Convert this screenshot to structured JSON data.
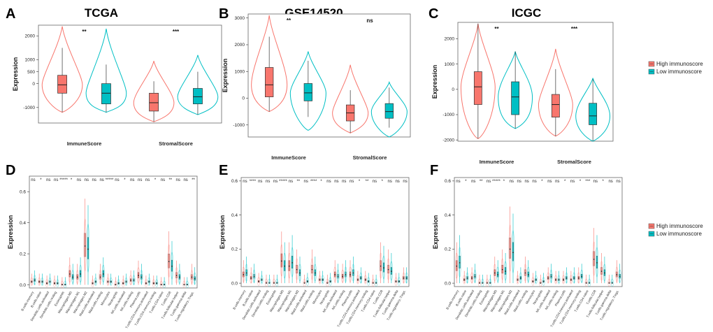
{
  "colors": {
    "high": "#F8766D",
    "low": "#00BFC4",
    "frame": "#666666"
  },
  "legend": {
    "top": [
      {
        "label": "High immunoscore",
        "color": "#F8766D"
      },
      {
        "label": "Low immunoscore",
        "color": "#00BFC4"
      }
    ],
    "bottom": [
      {
        "label": "High immunoscore",
        "color": "#F8766D"
      },
      {
        "label": "Low immunoscore",
        "color": "#00BFC4"
      }
    ]
  },
  "chart_data": [
    {
      "panel": "A",
      "title": "TCGA",
      "type": "violin-box",
      "ylabel": "Expression",
      "ylim": [
        -1650,
        2450
      ],
      "yticks": [
        -1000,
        0,
        500,
        1000,
        2000
      ],
      "categories": [
        "ImmuneScore",
        "StromalScore"
      ],
      "significance": [
        "**",
        "***"
      ],
      "series": [
        {
          "name": "High immunoscore",
          "groups": [
            {
              "min": -1200,
              "q1": -400,
              "median": -50,
              "q3": 350,
              "max": 1500,
              "vmin": -1200,
              "vmax": 2400
            },
            {
              "min": -1600,
              "q1": -1150,
              "median": -800,
              "q3": -400,
              "max": 100,
              "vmin": -1600,
              "vmax": 950
            }
          ]
        },
        {
          "name": "Low immunoscore",
          "groups": [
            {
              "min": -1200,
              "q1": -850,
              "median": -400,
              "q3": 0,
              "max": 800,
              "vmin": -1200,
              "vmax": 2300
            },
            {
              "min": -1300,
              "q1": -850,
              "median": -550,
              "q3": -200,
              "max": 500,
              "vmin": -1300,
              "vmax": 1200
            }
          ]
        }
      ]
    },
    {
      "panel": "B",
      "title": "GSE14520",
      "type": "violin-box",
      "ylabel": "Expression",
      "ylim": [
        -1450,
        3150
      ],
      "yticks": [
        -1000,
        0,
        1000,
        2000,
        3000
      ],
      "categories": [
        "ImmuneScore",
        "StromalScore"
      ],
      "significance": [
        "**",
        "ns"
      ],
      "series": [
        {
          "name": "High immunoscore",
          "groups": [
            {
              "min": -500,
              "q1": 50,
              "median": 500,
              "q3": 1150,
              "max": 2300,
              "vmin": -500,
              "vmax": 3100
            },
            {
              "min": -1300,
              "q1": -850,
              "median": -550,
              "q3": -250,
              "max": 300,
              "vmin": -1300,
              "vmax": 1250
            }
          ]
        },
        {
          "name": "Low immunoscore",
          "groups": [
            {
              "min": -700,
              "q1": -100,
              "median": 200,
              "q3": 550,
              "max": 1400,
              "vmin": -1200,
              "vmax": 1750
            },
            {
              "min": -1100,
              "q1": -750,
              "median": -500,
              "q3": -200,
              "max": 400,
              "vmin": -1450,
              "vmax": 600
            }
          ]
        }
      ]
    },
    {
      "panel": "C",
      "title": "ICGC",
      "type": "violin-box",
      "ylabel": "Expression",
      "ylim": [
        -2050,
        2650
      ],
      "yticks": [
        -2000,
        -1000,
        0,
        1000,
        2000
      ],
      "categories": [
        "ImmuneScore",
        "StromalScore"
      ],
      "significance": [
        "**",
        "***"
      ],
      "series": [
        {
          "name": "High immunoscore",
          "groups": [
            {
              "min": -1950,
              "q1": -600,
              "median": 100,
              "q3": 700,
              "max": 2600,
              "vmin": -1950,
              "vmax": 2600
            },
            {
              "min": -1850,
              "q1": -1100,
              "median": -600,
              "q3": -200,
              "max": 800,
              "vmin": -1850,
              "vmax": 1600
            }
          ]
        },
        {
          "name": "Low immunoscore",
          "groups": [
            {
              "min": -1550,
              "q1": -1000,
              "median": -300,
              "q3": 300,
              "max": 1500,
              "vmin": -1550,
              "vmax": 1500
            },
            {
              "min": -2050,
              "q1": -1400,
              "median": -1050,
              "q3": -550,
              "max": 400,
              "vmin": -2050,
              "vmax": 450
            }
          ]
        }
      ]
    },
    {
      "panel": "D",
      "type": "grouped-box",
      "ylabel": "Expression",
      "ylim": [
        -0.02,
        0.7
      ],
      "yticks": [
        0.0,
        0.2,
        0.4,
        0.6
      ],
      "categories": [
        "B.cells.memory",
        "B.cells.naive",
        "Dendritic.cells.activated",
        "Dendritic.cells.resting",
        "Eosinophils",
        "Macrophages.M0",
        "Macrophages.M1",
        "Macrophages.M2",
        "Mast.cells.activated",
        "Mast.cells.resting",
        "Monocytes",
        "Neutrophils",
        "NK.cells.activated",
        "NK.cells.resting",
        "Plasma.cells",
        "T.cells.CD4.memory.activated",
        "T.cells.CD4.memory.resting",
        "T.cells.CD4.naive",
        "T.cells.CD8",
        "T.cells.follicular.helper",
        "T.cells.gamma.delta",
        "T.cells.regulatory..Tregs."
      ],
      "significance": [
        "ns",
        "*",
        "ns",
        "ns",
        "*****",
        "*",
        "ns",
        "ns",
        "ns",
        "ns",
        "*****",
        "ns",
        "*",
        "ns",
        "ns",
        "ns",
        "*",
        "ns",
        "**",
        "ns",
        "ns",
        "**"
      ],
      "series": [
        {
          "name": "High immunoscore",
          "medians": [
            0.02,
            0.02,
            0.01,
            0.01,
            0.0,
            0.07,
            0.05,
            0.25,
            0.01,
            0.05,
            0.02,
            0.0,
            0.01,
            0.03,
            0.06,
            0.01,
            0.01,
            0.0,
            0.15,
            0.06,
            0.0,
            0.05
          ]
        },
        {
          "name": "Low immunoscore",
          "medians": [
            0.03,
            0.02,
            0.02,
            0.01,
            0.0,
            0.05,
            0.07,
            0.23,
            0.02,
            0.07,
            0.02,
            0.01,
            0.02,
            0.03,
            0.05,
            0.02,
            0.01,
            0.0,
            0.12,
            0.05,
            0.0,
            0.04
          ]
        }
      ]
    },
    {
      "panel": "E",
      "type": "grouped-box",
      "ylabel": "Expression",
      "ylim": [
        -0.02,
        0.62
      ],
      "yticks": [
        0.0,
        0.2,
        0.4,
        0.6
      ],
      "categories": [
        "B.cells.memory",
        "B.cells.naive",
        "Dendritic.cells.activated",
        "Dendritic.cells.resting",
        "Eosinophils",
        "Macrophages.M0",
        "Macrophages.M1",
        "Macrophages.M2",
        "Mast.cells.activated",
        "Mast.cells.resting",
        "Monocytes",
        "Neutrophils",
        "NK.cells.activated",
        "NK.cells.resting",
        "Plasma.cells",
        "T.cells.CD4.memory.activated",
        "T.cells.CD4.memory.resting",
        "T.cells.CD4.naive",
        "T.cells.CD8",
        "T.cells.follicular.helper",
        "T.cells.gamma.delta",
        "T.cells.regulatory..Tregs."
      ],
      "significance": [
        "ns",
        "****",
        "ns",
        "ns",
        "ns",
        "*****",
        "ns",
        "**",
        "ns",
        "****",
        "*",
        "ns",
        "ns",
        "ns",
        "ns",
        "*",
        "**",
        "ns",
        "*",
        "ns",
        "ns",
        "ns"
      ],
      "series": [
        {
          "name": "High immunoscore",
          "medians": [
            0.05,
            0.03,
            0.01,
            0.0,
            0.0,
            0.13,
            0.1,
            0.08,
            0.0,
            0.08,
            0.02,
            0.0,
            0.05,
            0.04,
            0.05,
            0.02,
            0.02,
            0.0,
            0.1,
            0.08,
            0.01,
            0.03
          ]
        },
        {
          "name": "Low immunoscore",
          "medians": [
            0.06,
            0.04,
            0.02,
            0.0,
            0.0,
            0.1,
            0.12,
            0.06,
            0.01,
            0.06,
            0.02,
            0.01,
            0.04,
            0.05,
            0.06,
            0.03,
            0.01,
            0.0,
            0.09,
            0.07,
            0.01,
            0.03
          ]
        }
      ]
    },
    {
      "panel": "F",
      "type": "grouped-box",
      "ylabel": "Expression",
      "ylim": [
        -0.02,
        0.62
      ],
      "yticks": [
        0.0,
        0.2,
        0.4,
        0.6
      ],
      "categories": [
        "B.cells.memory",
        "B.cells.naive",
        "Dendritic.cells.activated",
        "Dendritic.cells.resting",
        "Eosinophils",
        "Macrophages.M0",
        "Macrophages.M1",
        "Macrophages.M2",
        "Mast.cells.activated",
        "Mast.cells.resting",
        "Monocytes",
        "Neutrophils",
        "NK.cells.activated",
        "NK.cells.resting",
        "Plasma.cells",
        "T.cells.CD4.memory.activated",
        "T.cells.CD4.memory.resting",
        "T.cells.CD4.naive",
        "T.cells.CD8",
        "T.cells.follicular.helper",
        "T.cells.gamma.delta",
        "T.cells.regulatory..Tregs."
      ],
      "significance": [
        "ns",
        "*",
        "ns",
        "**",
        "ns",
        "*****",
        "*",
        "ns",
        "ns",
        "ns",
        "ns",
        "*",
        "ns",
        "ns",
        "*",
        "ns",
        "*",
        "***",
        "ns",
        "*",
        "ns",
        "ns"
      ],
      "series": [
        {
          "name": "High immunoscore",
          "medians": [
            0.1,
            0.02,
            0.03,
            0.0,
            0.0,
            0.06,
            0.08,
            0.2,
            0.02,
            0.06,
            0.01,
            0.0,
            0.03,
            0.02,
            0.02,
            0.02,
            0.03,
            0.0,
            0.14,
            0.07,
            0.0,
            0.05
          ]
        },
        {
          "name": "Low immunoscore",
          "medians": [
            0.12,
            0.03,
            0.04,
            0.0,
            0.0,
            0.05,
            0.07,
            0.18,
            0.03,
            0.05,
            0.02,
            0.01,
            0.04,
            0.02,
            0.03,
            0.03,
            0.04,
            0.0,
            0.12,
            0.06,
            0.0,
            0.04
          ]
        }
      ]
    }
  ]
}
